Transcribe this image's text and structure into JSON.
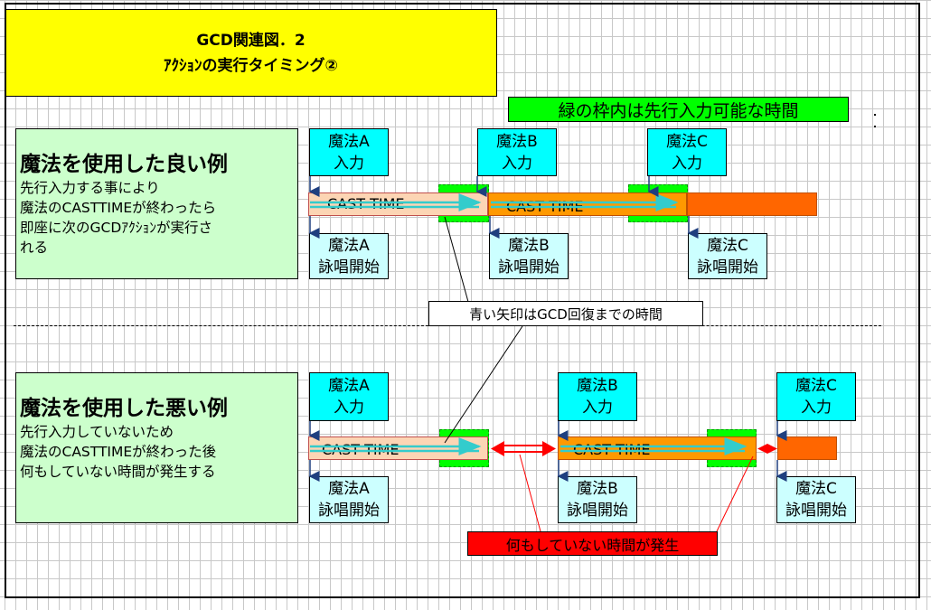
{
  "title": {
    "line1": "GCD関連図．2",
    "line2": "ｱｸｼｮﾝの実行タイミング②"
  },
  "notes": {
    "green": "緑の枠内は先行入力可能な時間",
    "blue_arrow": "青い矢印はGCD回復までの時間",
    "idle": "何もしていない時間が発生"
  },
  "good_example": {
    "heading": "魔法を使用した良い例",
    "desc1": "先行入力する事により",
    "desc2": "魔法のCASTTIMEが終わったら",
    "desc3": "即座に次のGCDｱｸｼｮﾝが実行さ",
    "desc4": "れる"
  },
  "bad_example": {
    "heading": "魔法を使用した悪い例",
    "desc1": "先行入力していないため",
    "desc2": "魔法のCASTTIMEが終わった後",
    "desc3": "何もしていない時間が発生する"
  },
  "labels": {
    "magicA": "魔法A",
    "magicB": "魔法B",
    "magicC": "魔法C",
    "input": "入力",
    "chant_start": "詠唱開始",
    "cast_time": "CAST TIME"
  },
  "colors": {
    "title_bg": "#ffff00",
    "note_green": "#00ff00",
    "example_bg": "#ccffcc",
    "input_bubble": "#00ffff",
    "chant_bubble": "#ccffff",
    "cast_light": "#fcd5b4",
    "cast_orange": "#ff9900",
    "idle_red": "#ff0000",
    "gcd_arrow": "#33cccc"
  }
}
